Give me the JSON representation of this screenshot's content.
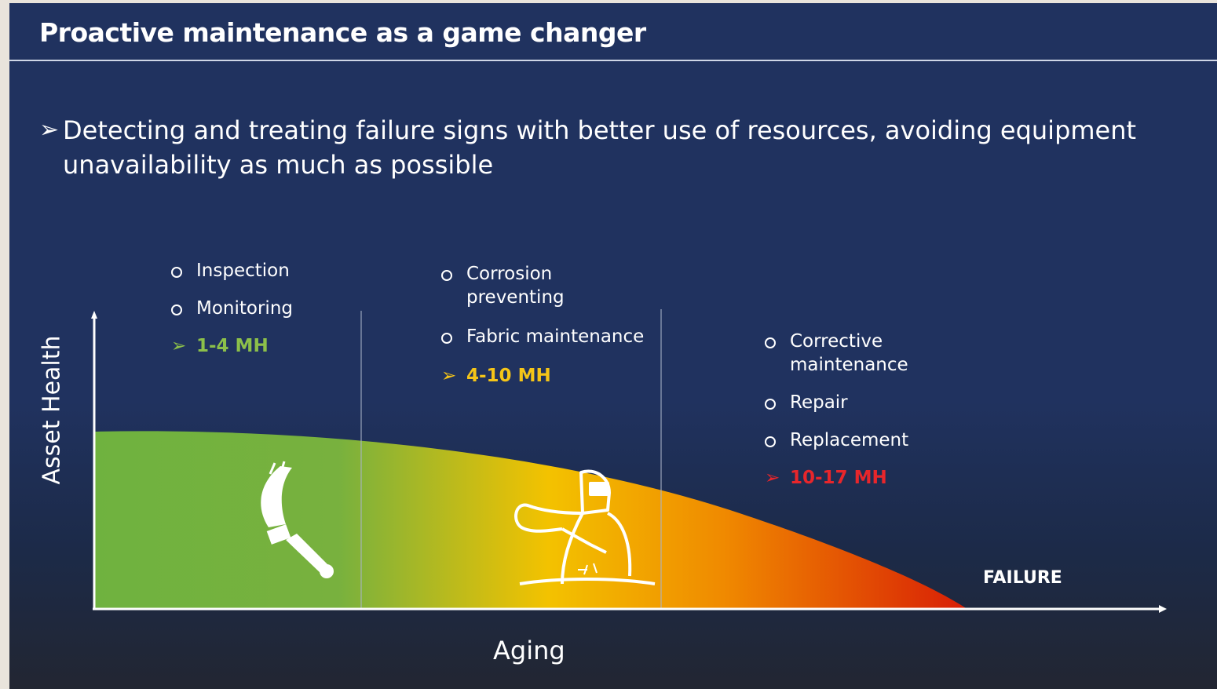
{
  "title": "Proactive maintenance as a game changer",
  "main_bullet": "Detecting and treating failure signs with better use of resources, avoiding equipment unavailability as much as possible",
  "diagram": {
    "y_axis_label": "Asset Health",
    "x_axis_label": "Aging",
    "end_label": "FAILURE",
    "stages": [
      {
        "items": [
          "Inspection",
          "Monitoring"
        ],
        "effort": "1-4 MH",
        "effort_color": "#8cc04a",
        "icon": "paintbrush-icon"
      },
      {
        "items": [
          "Corrosion preventing",
          "Fabric maintenance"
        ],
        "effort": "4-10 MH",
        "effort_color": "#f5c518",
        "icon": "welder-icon"
      },
      {
        "items": [
          "Corrective maintenance",
          "Repair",
          "Replacement"
        ],
        "effort": "10-17 MH",
        "effort_color": "#e8262b",
        "icon": ""
      }
    ],
    "curve_colors": [
      "#6fb23f",
      "#f3c200",
      "#e53a10"
    ]
  }
}
